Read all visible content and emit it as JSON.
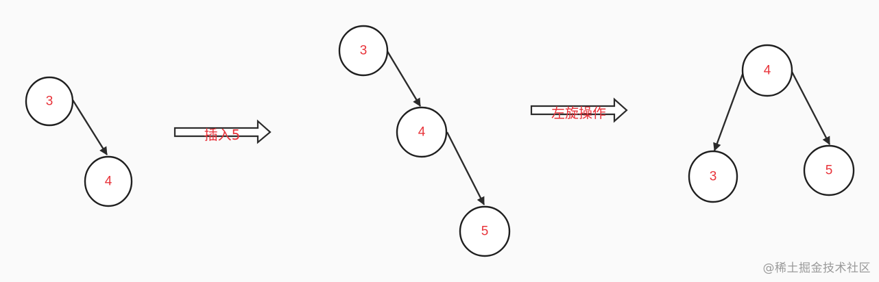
{
  "diagrams": [
    {
      "nodes": [
        {
          "id": "3",
          "label": "3"
        },
        {
          "id": "4",
          "label": "4"
        }
      ],
      "edges": [
        [
          "3",
          "4"
        ]
      ]
    },
    {
      "nodes": [
        {
          "id": "3",
          "label": "3"
        },
        {
          "id": "4",
          "label": "4"
        },
        {
          "id": "5",
          "label": "5"
        }
      ],
      "edges": [
        [
          "3",
          "4"
        ],
        [
          "4",
          "5"
        ]
      ]
    },
    {
      "nodes": [
        {
          "id": "4",
          "label": "4"
        },
        {
          "id": "3",
          "label": "3"
        },
        {
          "id": "5",
          "label": "5"
        }
      ],
      "edges": [
        [
          "4",
          "3"
        ],
        [
          "4",
          "5"
        ]
      ]
    }
  ],
  "transitions": [
    {
      "label": "插入5"
    },
    {
      "label": "左旋操作"
    }
  ],
  "watermark": "@稀土掘金技术社区",
  "colors": {
    "node_label": "#e8333a",
    "stroke": "#2b2b2b",
    "node_fill": "#ffffff",
    "background": "#fafafa",
    "watermark": "#9a9a9a"
  }
}
